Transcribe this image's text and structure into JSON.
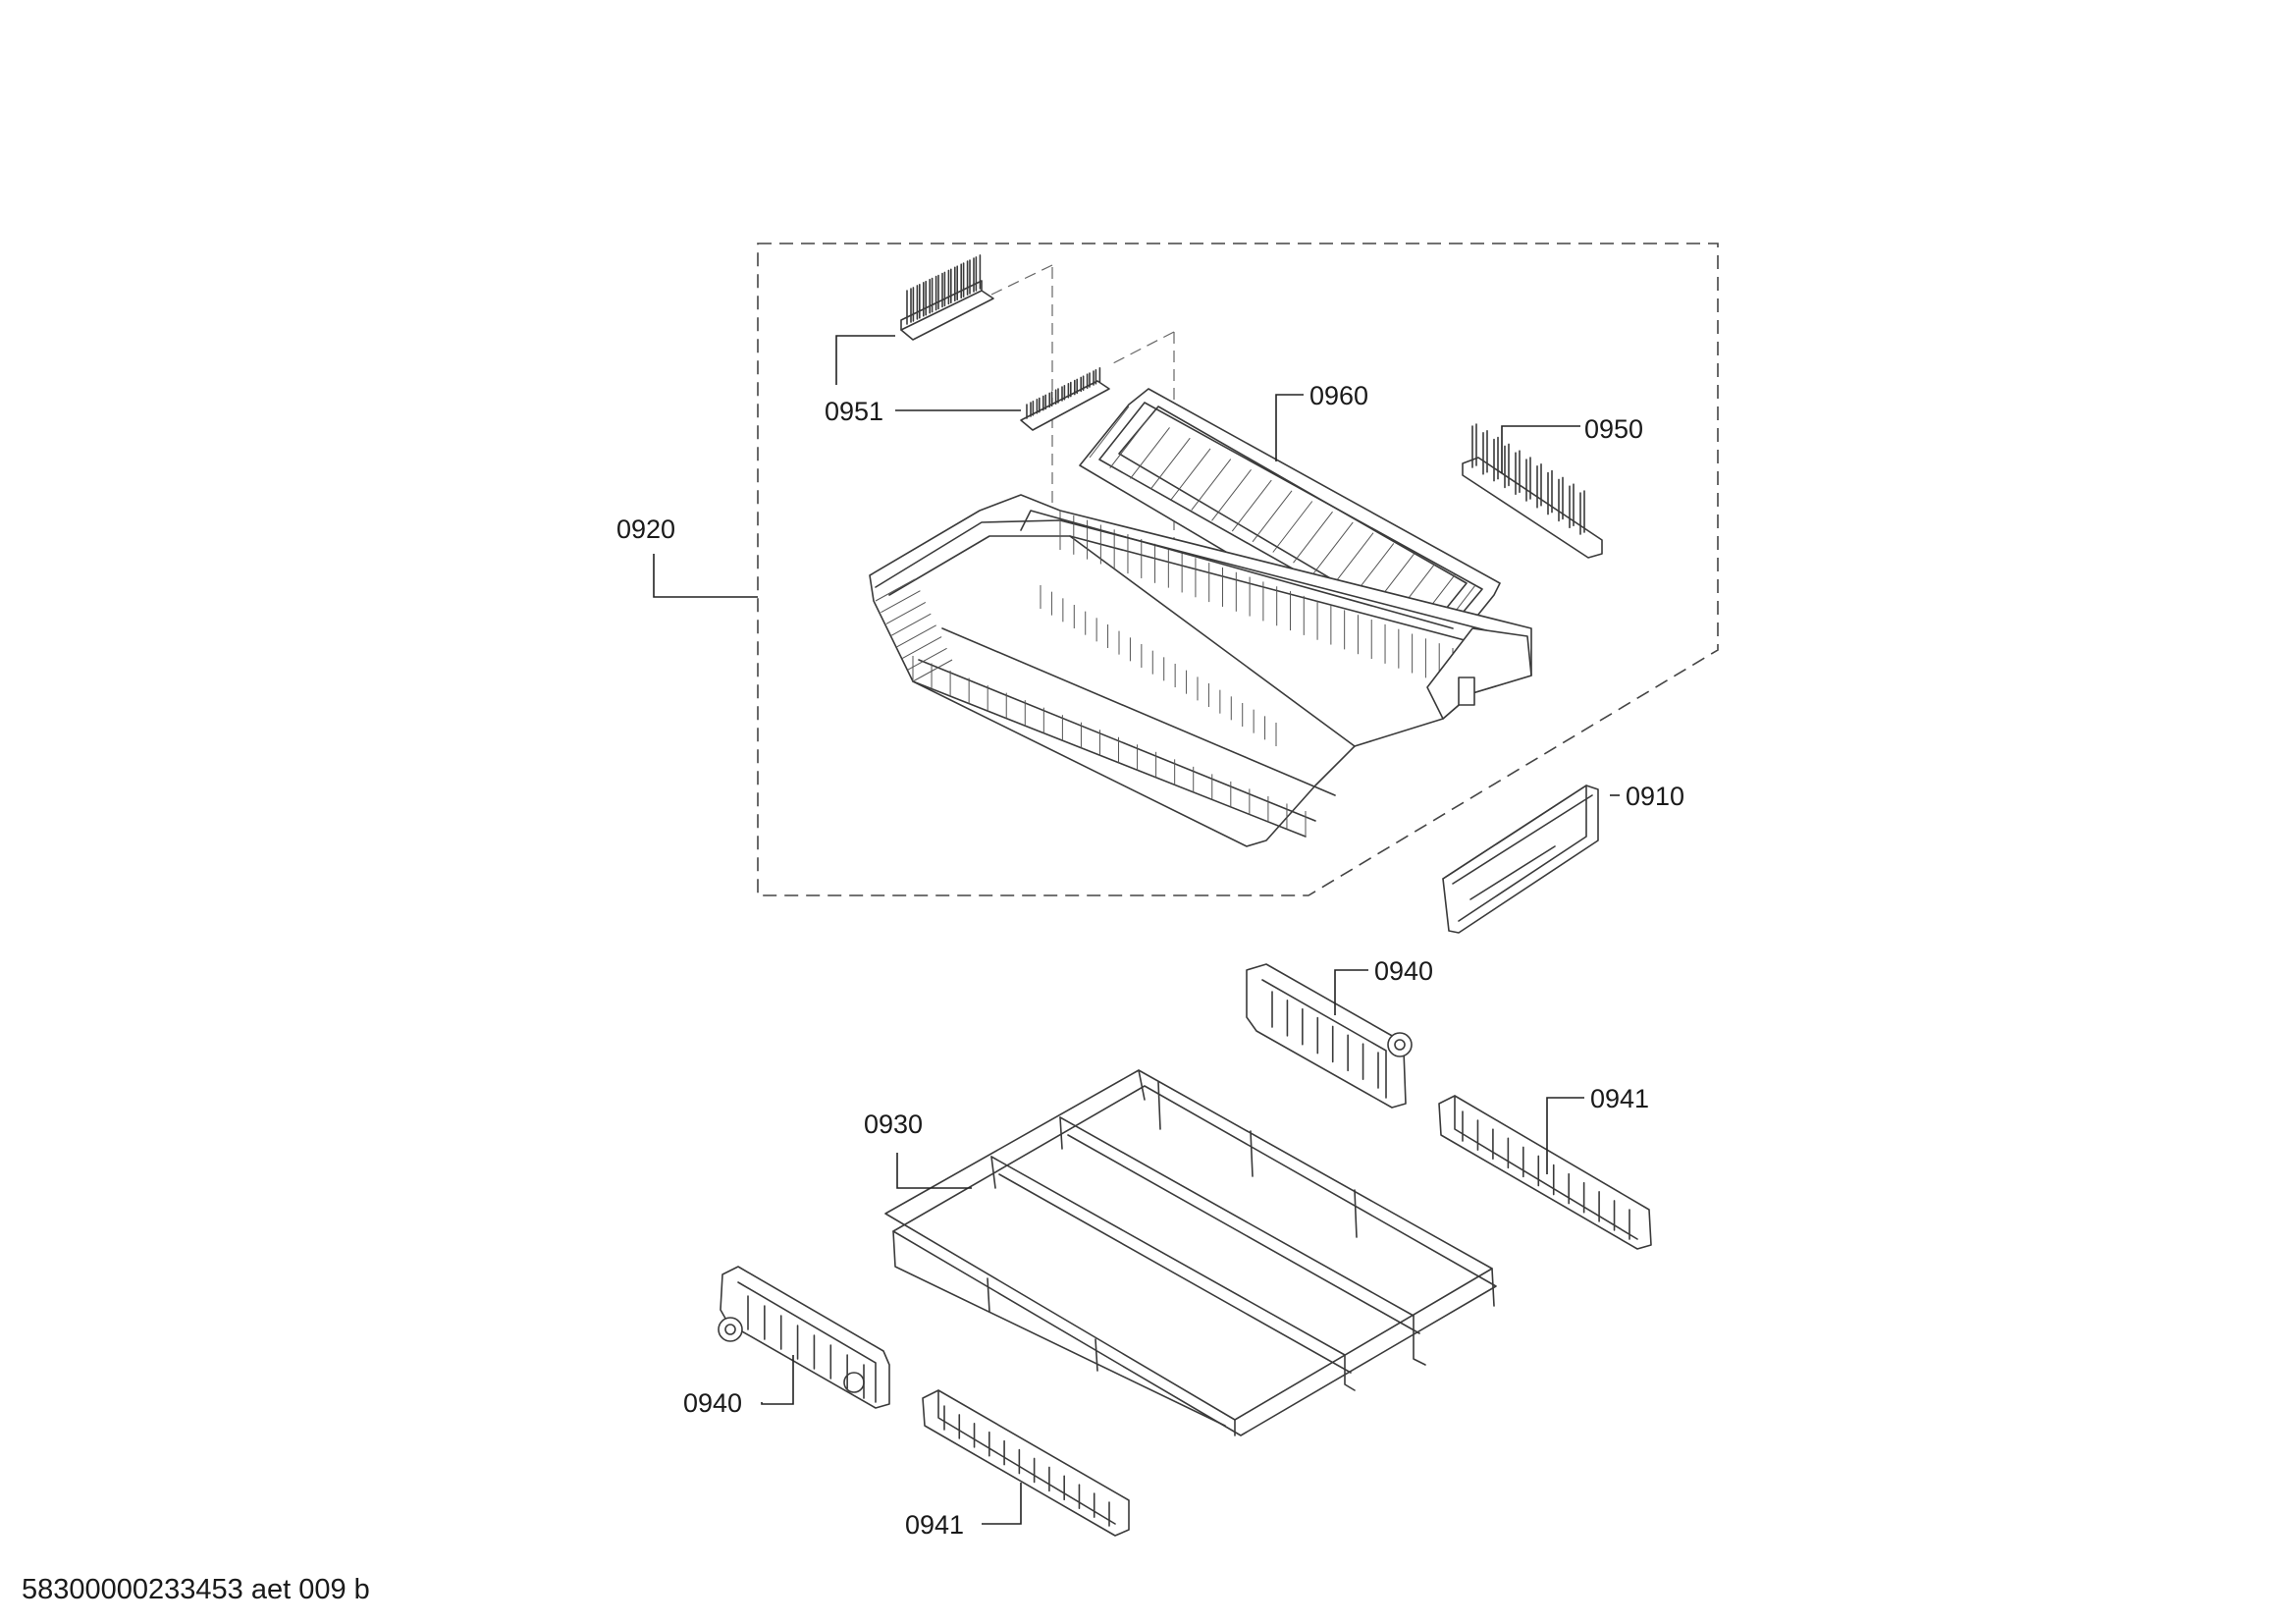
{
  "diagram": {
    "labels": {
      "p0951": "0951",
      "p0960": "0960",
      "p0950": "0950",
      "p0920": "0920",
      "p0910": "0910",
      "p0940_top": "0940",
      "p0941_top": "0941",
      "p0930": "0930",
      "p0940_bottom": "0940",
      "p0941_bottom": "0941"
    },
    "footer_code": "58300000233453 aet 009 b"
  }
}
